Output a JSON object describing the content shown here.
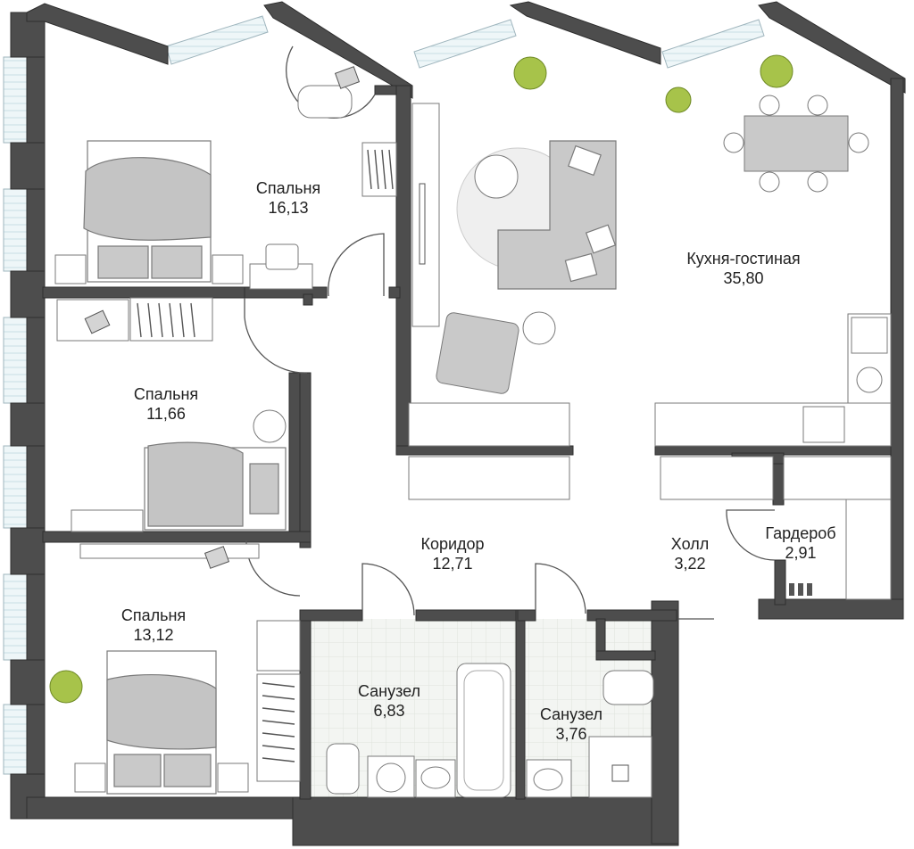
{
  "colors": {
    "wall": "#4d4d4d",
    "wall_outline": "#2e2e2e",
    "furniture_fill": "#c9c9c9",
    "furniture_stroke": "#7a7a7a",
    "tile_fill": "#f1f3f0",
    "tile_line": "#e2e5e0",
    "window_glass": "#e6f1f5",
    "plant": "#a7c34a"
  },
  "rooms": [
    {
      "id": "bedroom-1",
      "name": "Спальня",
      "area": "16,13"
    },
    {
      "id": "bedroom-2",
      "name": "Спальня",
      "area": "11,66"
    },
    {
      "id": "bedroom-3",
      "name": "Спальня",
      "area": "13,12"
    },
    {
      "id": "kitchen-living",
      "name": "Кухня-гостиная",
      "area": "35,80"
    },
    {
      "id": "corridor",
      "name": "Коридор",
      "area": "12,71"
    },
    {
      "id": "hall",
      "name": "Холл",
      "area": "3,22"
    },
    {
      "id": "wardrobe",
      "name": "Гардероб",
      "area": "2,91"
    },
    {
      "id": "bathroom-1",
      "name": "Санузел",
      "area": "6,83"
    },
    {
      "id": "bathroom-2",
      "name": "Санузел",
      "area": "3,76"
    }
  ]
}
